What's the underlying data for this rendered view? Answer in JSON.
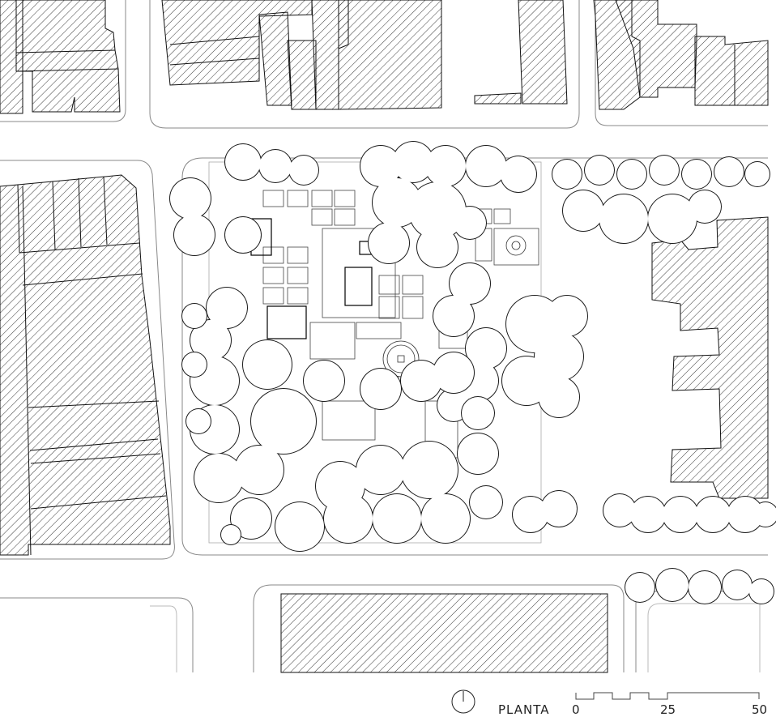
{
  "plan": {
    "title": "PLANTA",
    "north_arrow_icon": "north-arrow-icon",
    "scale": {
      "labels": [
        "0",
        "25",
        "50"
      ],
      "unit_max": 50
    }
  },
  "colors": {
    "line": "#1a1a1a",
    "light_line": "#9a9a9a",
    "background": "#ffffff"
  }
}
